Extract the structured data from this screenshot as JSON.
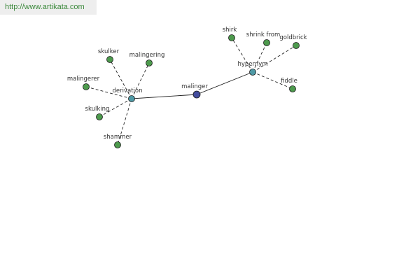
{
  "banner": {
    "url_text": "http://www.artikata.com"
  },
  "colors": {
    "leaf": "#4d9a4d",
    "hub": "#4f9aa6",
    "center": "#444d9e",
    "edge": "#222222",
    "label": "#333333",
    "banner_text": "#3d8a3d"
  },
  "graph": {
    "center": {
      "id": "malinger",
      "label": "malinger",
      "kind": "center"
    },
    "hubs": [
      {
        "id": "derivation",
        "label": "derivation",
        "kind": "hub"
      },
      {
        "id": "hypernym",
        "label": "hypernym",
        "kind": "hub"
      }
    ],
    "leaves": [
      {
        "id": "skulker",
        "label": "skulker",
        "hub": "derivation"
      },
      {
        "id": "malingering",
        "label": "malingering",
        "hub": "derivation"
      },
      {
        "id": "malingerer",
        "label": "malingerer",
        "hub": "derivation"
      },
      {
        "id": "skulking",
        "label": "skulking",
        "hub": "derivation"
      },
      {
        "id": "shammer",
        "label": "shammer",
        "hub": "derivation"
      },
      {
        "id": "shirk",
        "label": "shirk",
        "hub": "hypernym"
      },
      {
        "id": "shrink-from",
        "label": "shrink from",
        "hub": "hypernym"
      },
      {
        "id": "goldbrick",
        "label": "goldbrick",
        "hub": "hypernym"
      },
      {
        "id": "fiddle",
        "label": "fiddle",
        "hub": "hypernym"
      }
    ]
  }
}
